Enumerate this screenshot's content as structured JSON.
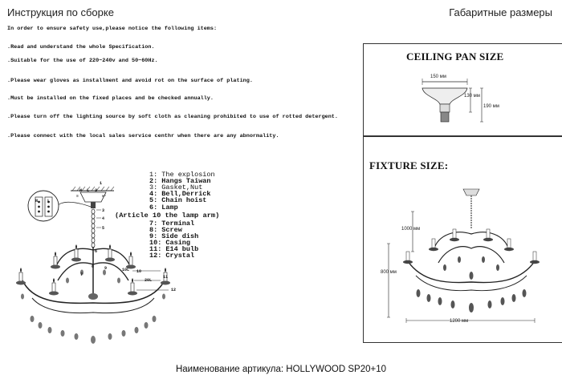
{
  "header": {
    "left_title": "Инструкция по сборке",
    "right_title": "Габаритные размеры"
  },
  "instructions": [
    "In order to ensure safety use,please notice the following items:",
    ".Read and understand the whole Specification.",
    ".Suitable for the use of 220~240v and 50~60Hz.",
    ".Please wear gloves as installment and avoid rot on the surface of plating.",
    ".Must be installed on the fixed places and be checked annually.",
    ".Please turn off the lighting source by soft cloth as cleaning prohibited to use of rotted detergent.",
    ".Please connect with the local sales service centhr when there are any abnormality."
  ],
  "parts": [
    "1: The explosion",
    "2: Hangs Taiwan",
    "3: Gasket,Nut",
    "4: Bell,Derrick",
    "5: Chain hoist",
    "6: Lamp",
    "(Article 10 the lamp arm)",
    "7: Terminal",
    "8: Screw",
    "9: Side dish",
    "10: Casing",
    "11: E14 bulb",
    "12: Crystal"
  ],
  "exploded_labels": {
    "top_left_letters": [
      "N",
      "L"
    ],
    "terminal_letters": [
      "N",
      "L"
    ],
    "terminal_symbols": [
      "≡",
      "∞"
    ],
    "num_1": "1",
    "num_2": "2",
    "num_3": "3",
    "num_4": "4",
    "num_5": "5",
    "num_6": "6",
    "num_7": "7",
    "num_8": "8",
    "num_9": "9",
    "num_10": "10",
    "num_11": "11",
    "num_12": "12",
    "label_10l": "10L",
    "label_20l": "20L"
  },
  "ceiling_pan": {
    "heading": "CEILING PAN SIZE",
    "width_label": "150 мм",
    "height_label": "130 мм",
    "total_label": "190 мм"
  },
  "fixture": {
    "heading": "FIXTURE SIZE:",
    "drop_label": "1000 мм",
    "height_label": "800 мм",
    "width_label": "1200 мм"
  },
  "footer": {
    "article": "Наименование артикула: HOLLYWOOD SP20+10"
  }
}
